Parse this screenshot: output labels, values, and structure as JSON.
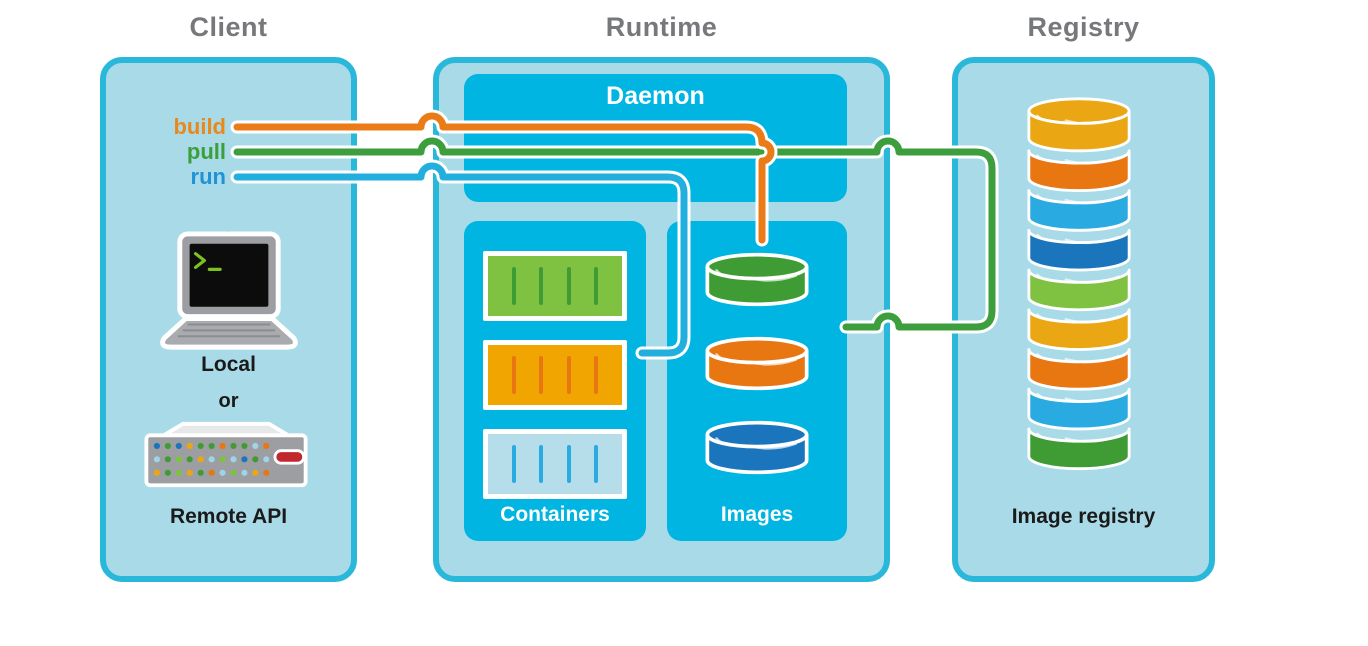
{
  "titles": {
    "client": "Client",
    "runtime": "Runtime",
    "registry": "Registry"
  },
  "client": {
    "commands": [
      {
        "label": "build",
        "color": "#EA7B16",
        "text_color": "#E8891D",
        "target": "daemon-images"
      },
      {
        "label": "pull",
        "color": "#3D9E3D",
        "text_color": "#3D9E3D",
        "target": "registry"
      },
      {
        "label": "run",
        "color": "#22AFDE",
        "text_color": "#2093D6",
        "target": "containers"
      }
    ],
    "local_label": "Local",
    "or_label": "or",
    "remote_api_label": "Remote API",
    "laptop": {
      "prompt_color": "#7CC11E"
    },
    "server": {
      "slot_color": "#C1272D",
      "dot_rows": [
        [
          "#1B75BC",
          "#3F9C35",
          "#1B75BC",
          "#EBA713",
          "#3F9C35",
          "#3F9C35",
          "#E87611",
          "#3F9C35",
          "#3F9C35",
          "#9FD4E6",
          "#E87611"
        ],
        [
          "#9FD4E6",
          "#3F9C35",
          "#7FC241",
          "#3F9C35",
          "#EBA713",
          "#9FD4E6",
          "#7FC241",
          "#9FD4E6",
          "#1B75BC",
          "#3F9C35",
          "#9FD4E6"
        ],
        [
          "#EBA713",
          "#3F9C35",
          "#7FC241",
          "#EBA713",
          "#3F9C35",
          "#E87611",
          "#9FD4E6",
          "#7FC241",
          "#9FD4E6",
          "#EBA713",
          "#E87611"
        ]
      ]
    }
  },
  "runtime": {
    "daemon_label": "Daemon",
    "containers": {
      "label": "Containers",
      "items": [
        {
          "fill": "#7FC241",
          "tick": "#3F9C35"
        },
        {
          "fill": "#F0A500",
          "tick": "#E87611"
        },
        {
          "fill": "#B5DEEA",
          "tick": "#29ABE2"
        }
      ]
    },
    "images": {
      "label": "Images",
      "items": [
        {
          "fill": "#3F9C35"
        },
        {
          "fill": "#E87611"
        },
        {
          "fill": "#1B75BC"
        }
      ]
    }
  },
  "registry": {
    "label": "Image registry",
    "stack": [
      "#EBA713",
      "#E87611",
      "#29ABE2",
      "#1B75BC",
      "#7FC241",
      "#EBA713",
      "#E87611",
      "#29ABE2",
      "#3F9C35"
    ]
  },
  "theme": {
    "panel_fill": "#A9DAE8",
    "panel_border": "#29B7DA",
    "box_fill": "#00B5E2",
    "title_color": "#77787B",
    "white_outline": "#FFFFFF"
  }
}
